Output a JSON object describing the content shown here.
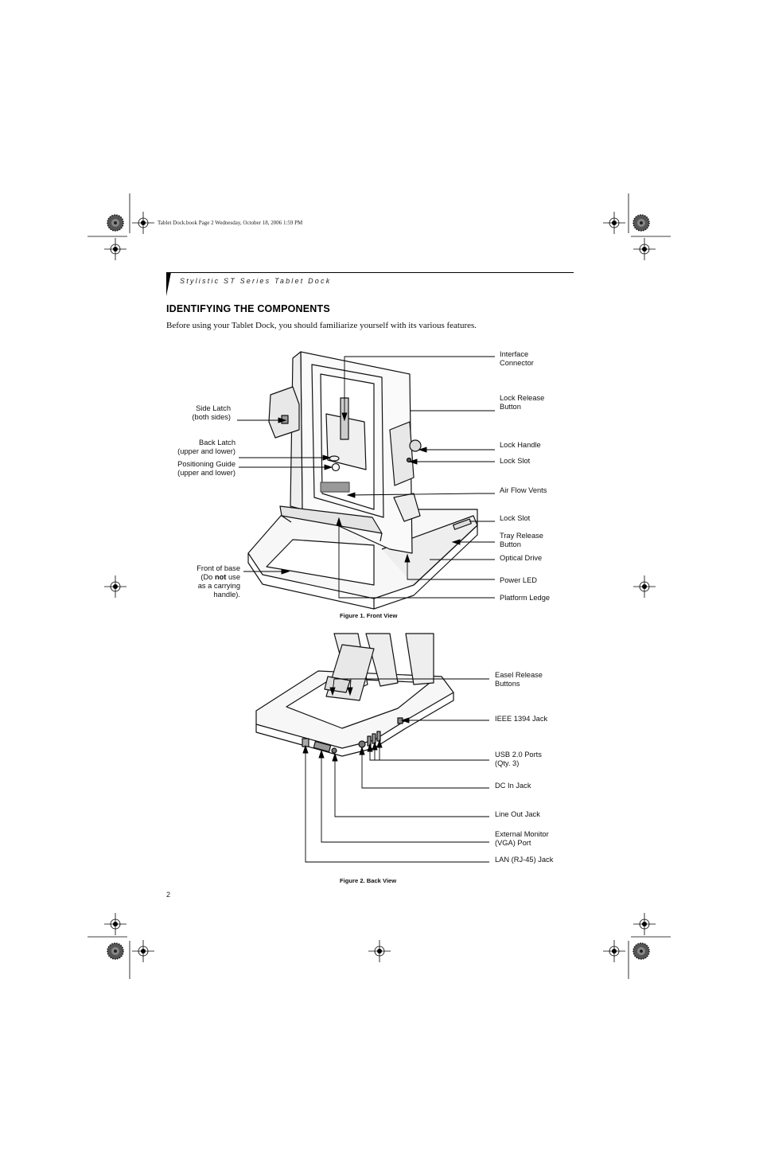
{
  "print_meta": "Tablet Dock.book  Page 2  Wednesday, October 18, 2006  1:59 PM",
  "running_header": "Stylistic ST Series Tablet Dock",
  "section_title": "IDENTIFYING THE COMPONENTS",
  "intro_text": "Before using your Tablet Dock, you should familiarize yourself with its various features.",
  "figure1": {
    "caption": "Figure 1.  Front View",
    "left_labels": {
      "side_latch": [
        "Side Latch",
        "(both sides)"
      ],
      "back_latch": [
        "Back Latch",
        "(upper and lower)"
      ],
      "positioning_guide": [
        "Positioning Guide",
        "(upper and lower)"
      ],
      "front_of_base": {
        "line1": "Front of base",
        "line2_pre": "(Do ",
        "line2_bold": "not",
        "line2_post": " use",
        "line3": "as a carrying",
        "line4": "handle)."
      }
    },
    "right_labels": {
      "interface_connector": [
        "Interface",
        "Connector"
      ],
      "lock_release_button": [
        "Lock Release",
        "Button"
      ],
      "lock_handle": "Lock Handle",
      "lock_slot_1": "Lock Slot",
      "air_flow_vents": "Air Flow Vents",
      "lock_slot_2": "Lock Slot",
      "tray_release_button": [
        "Tray Release",
        "Button"
      ],
      "optical_drive": "Optical Drive",
      "power_led": "Power LED",
      "platform_ledge": "Platform Ledge"
    }
  },
  "figure2": {
    "caption": "Figure 2.  Back View",
    "labels": {
      "easel_release_buttons": [
        "Easel Release",
        "Buttons"
      ],
      "ieee_1394_jack": "IEEE 1394 Jack",
      "usb_ports": [
        "USB 2.0 Ports",
        "(Qty. 3)"
      ],
      "dc_in_jack": "DC In Jack",
      "line_out_jack": "Line Out Jack",
      "external_monitor": [
        "External Monitor",
        "(VGA) Port"
      ],
      "lan_jack": "LAN (RJ-45) Jack"
    }
  },
  "page_number": "2"
}
